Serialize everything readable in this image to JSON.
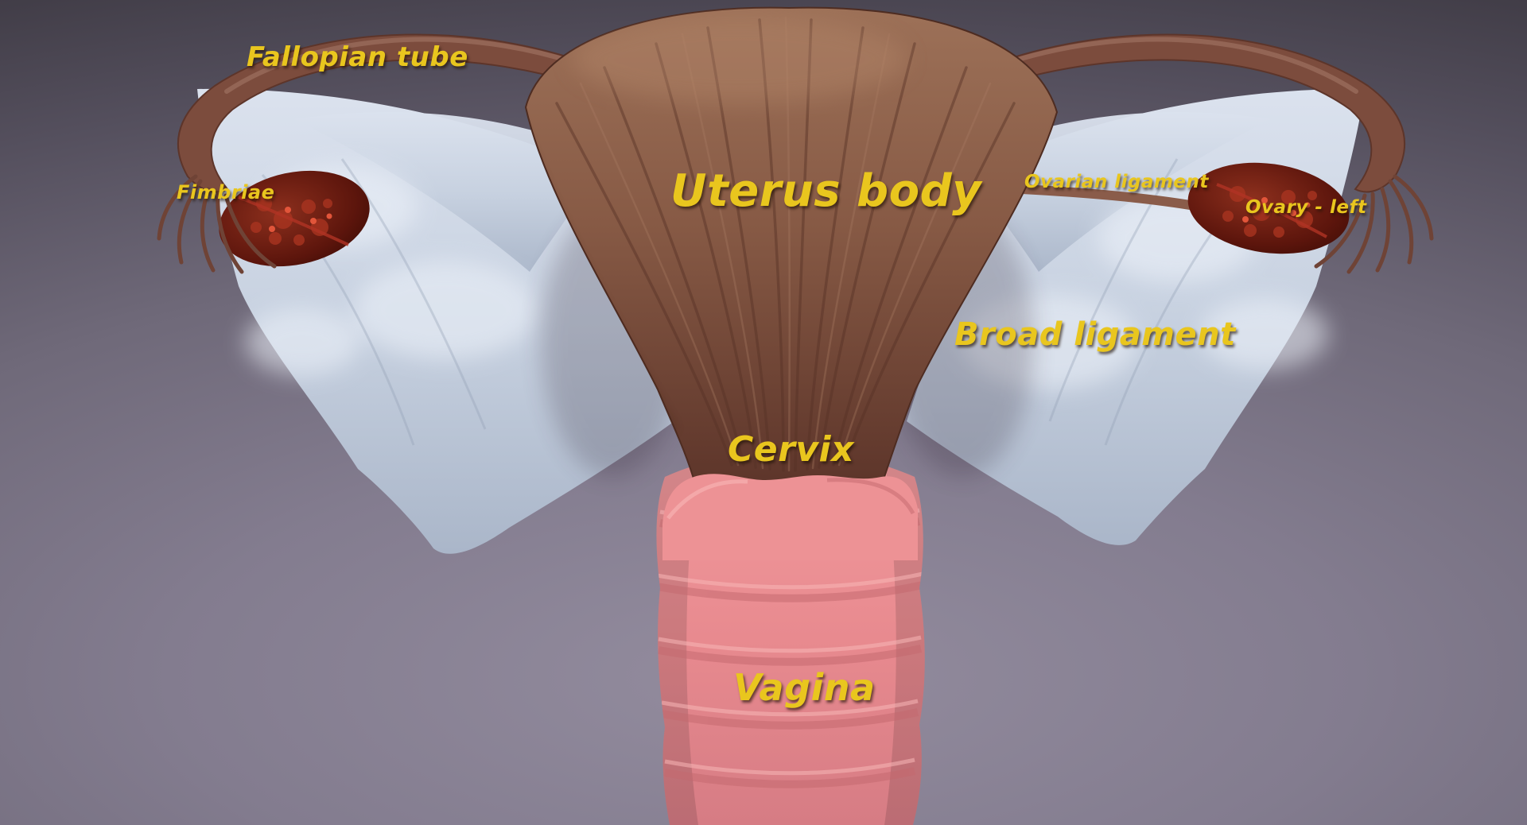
{
  "viewport": {
    "background_top": "#3b3740",
    "background_bottom": "#938c9e"
  },
  "labels": {
    "fallopian_tube": "Fallopian tube",
    "fimbriae": "Fimbriae",
    "uterus_body": "Uterus body",
    "ovarian_ligament": "Ovarian ligament",
    "ovary_left": "Ovary - left",
    "broad_ligament": "Broad ligament",
    "cervix": "Cervix",
    "vagina": "Vagina"
  },
  "colors": {
    "label_text": "#e9c61e",
    "uterus": "#8a5b47",
    "fallopian_tube": "#7c4c3d",
    "ovary": "#5f1a10",
    "broad_ligament": "#ccd6e4",
    "vagina": "#ec9295"
  }
}
